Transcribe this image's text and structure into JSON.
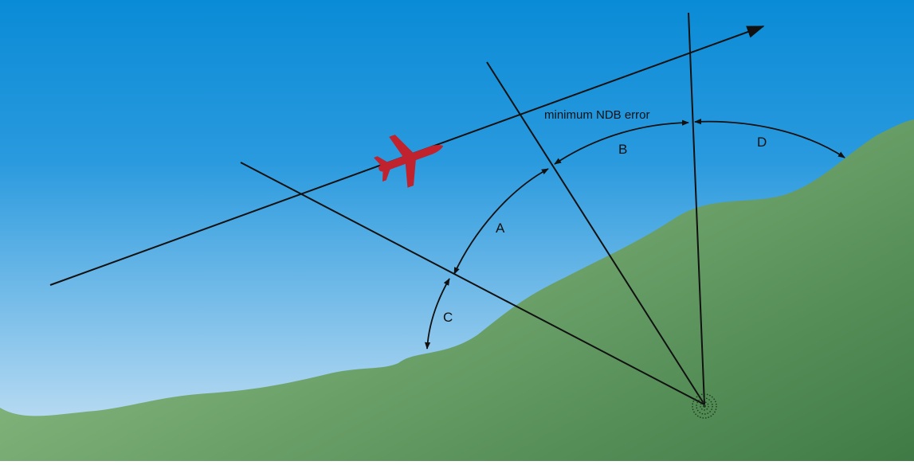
{
  "diagram": {
    "labels": {
      "minimum_error": "minimum NDB error",
      "arc_a": "A",
      "arc_b": "B",
      "arc_c": "C",
      "arc_d": "D"
    },
    "colors": {
      "sky_top": "#0a8bd6",
      "sky_bottom": "#cde4f5",
      "ground_light": "#94c48a",
      "ground_dark": "#3f7a45",
      "aircraft": "#c0222e",
      "line": "#111111"
    },
    "icons": {
      "aircraft": "airplane-icon",
      "beacon": "ndb-station-icon"
    }
  }
}
